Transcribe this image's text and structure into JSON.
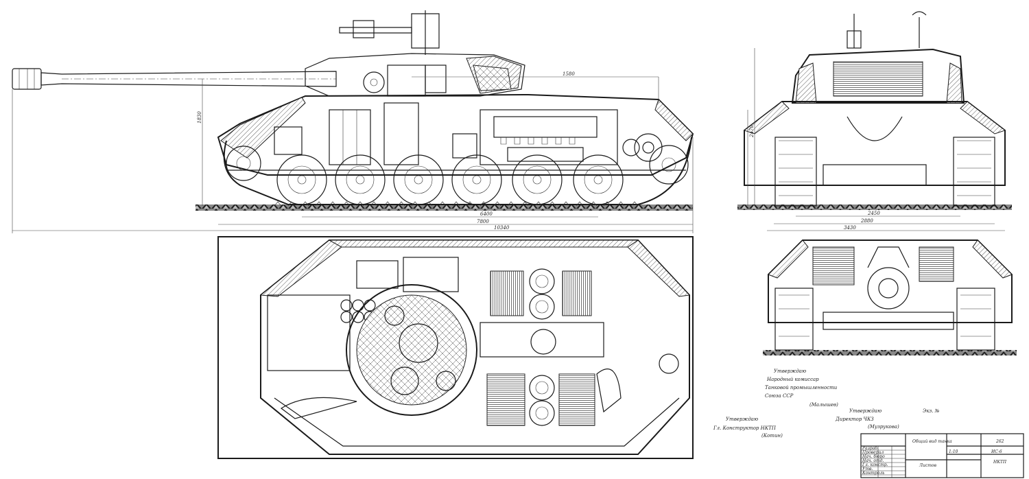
{
  "drawing": {
    "dimensions_side": {
      "track_contact": "6400",
      "hull_length": "7800",
      "overall_length": "10340",
      "gun_height": "1830",
      "turret_offset": "1580"
    },
    "dimensions_front": {
      "track_gauge": "2450",
      "track_outer": "2880",
      "overall_width": "3430",
      "height": "2470"
    },
    "approvals": [
      {
        "lines": [
          "Утверждаю",
          "Народный комиссар",
          "Танковой промышленности",
          "Союза ССР"
        ],
        "signature": "(Малышев)"
      },
      {
        "lines": [
          "Утверждаю",
          "Директор ЧКЗ"
        ],
        "signature": "(Музрукова)"
      },
      {
        "lines": [
          "Утверждаю",
          "Гл. Конструктор НКТП"
        ],
        "signature": "(Котин)"
      }
    ],
    "copy_no": "Экз. №",
    "title_block": {
      "title": "Общий вид танка",
      "sheet": "Листов",
      "scale": "1:10",
      "designation": "ИС-6",
      "number": "262",
      "org": "НКТП",
      "row_labels": [
        "Разраб.",
        "Проверил",
        "Нач. бюро",
        "Нач. отд.",
        "Гл. констр.",
        "Утв.",
        "Контроль"
      ]
    }
  }
}
